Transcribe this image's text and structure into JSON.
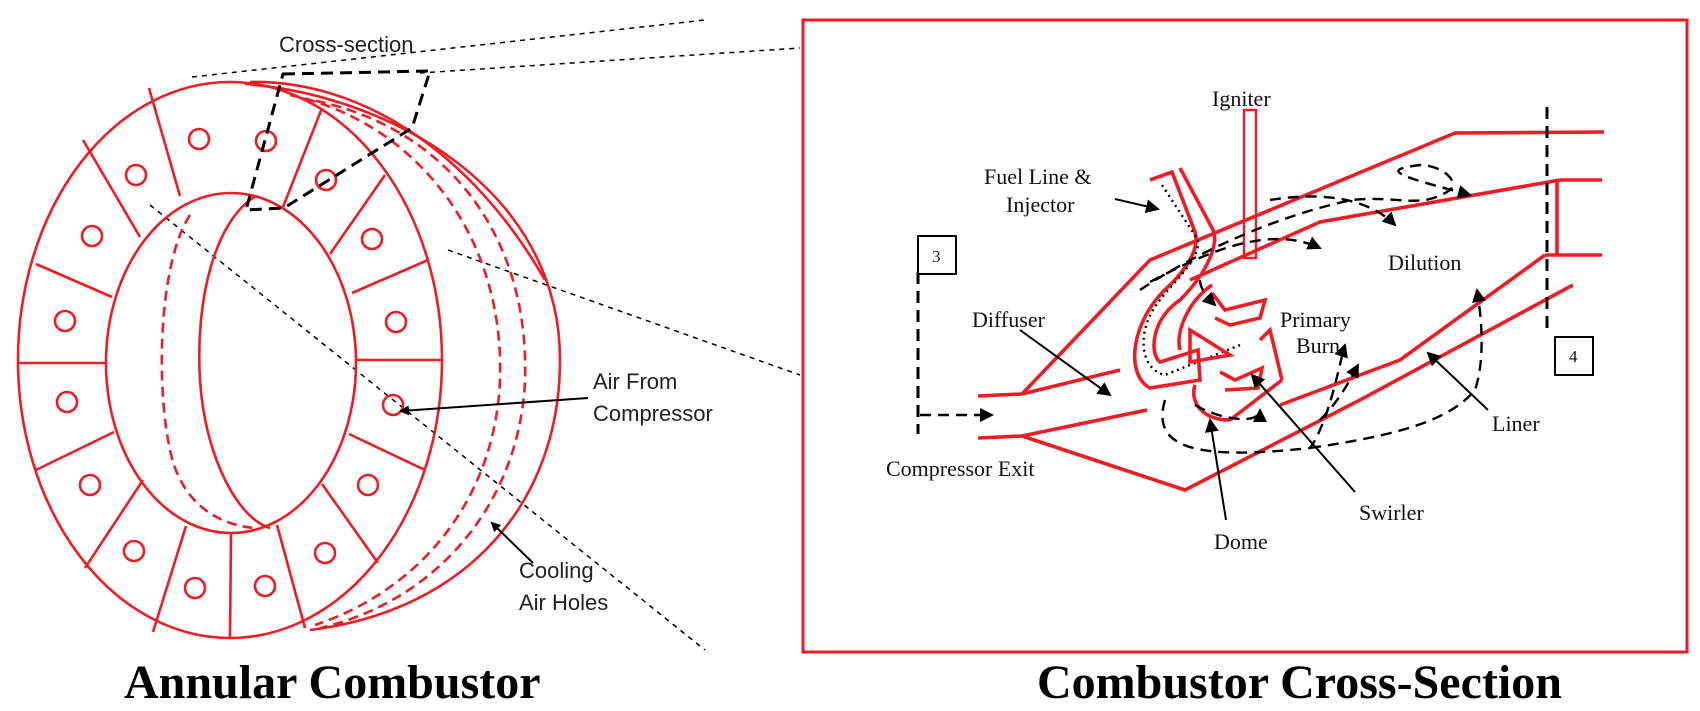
{
  "colors": {
    "combustor": "#ee1c24",
    "annotation": "#000000"
  },
  "left": {
    "cross_section_label": "Cross-section",
    "air_label_line1": "Air From",
    "air_label_line2": "Compressor",
    "cooling_label_line1": "Cooling",
    "cooling_label_line2": "Air Holes",
    "caption": "Annular Combustor"
  },
  "right": {
    "igniter": "Igniter",
    "fuel_line_1": "Fuel Line &",
    "fuel_line_2": "Injector",
    "station_3": "3",
    "station_4": "4",
    "diffuser": "Diffuser",
    "primary_1": "Primary",
    "primary_2": "Burn",
    "dilution": "Dilution",
    "liner": "Liner",
    "swirler": "Swirler",
    "dome": "Dome",
    "compressor_exit": "Compressor Exit",
    "caption": "Combustor Cross-Section"
  }
}
